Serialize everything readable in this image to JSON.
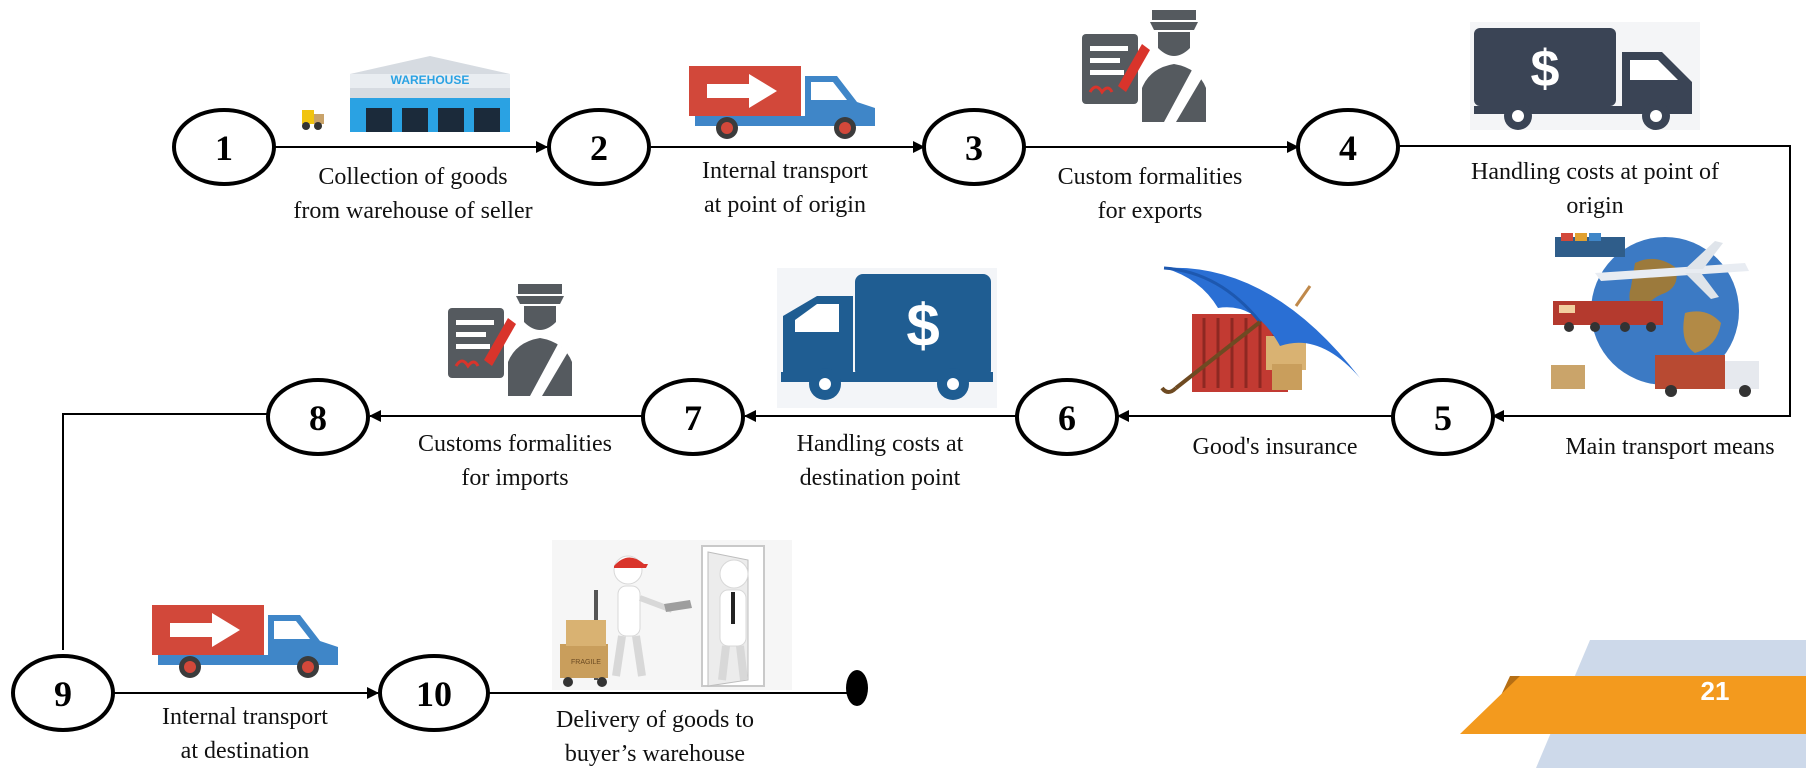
{
  "nodes": [
    {
      "num": "1",
      "lines": [
        "Collection of goods",
        "from warehouse of seller"
      ]
    },
    {
      "num": "2",
      "lines": [
        "Internal transport",
        "at point of origin"
      ]
    },
    {
      "num": "3",
      "lines": [
        "Custom formalities",
        "for exports"
      ]
    },
    {
      "num": "4",
      "lines": [
        "Handling costs at point of",
        "origin"
      ]
    },
    {
      "num": "5",
      "lines": [
        "Main transport means"
      ]
    },
    {
      "num": "6",
      "lines": [
        "Good's insurance"
      ]
    },
    {
      "num": "7",
      "lines": [
        "Handling costs at",
        "destination point"
      ]
    },
    {
      "num": "8",
      "lines": [
        "Customs formalities",
        "for imports"
      ]
    },
    {
      "num": "9",
      "lines": [
        "Internal transport",
        "at destination"
      ]
    },
    {
      "num": "10",
      "lines": [
        "Delivery of goods to",
        "buyer’s warehouse"
      ]
    }
  ],
  "icons": {
    "warehouse_sign": "WAREHOUSE",
    "dollar": "$",
    "container_text": "FRAGILE"
  },
  "page_number": "21",
  "colors": {
    "truck_red": "#d2483a",
    "truck_blue": "#3f86c8",
    "handling_dark": "#3a4455",
    "handling_blue": "#1f5d92",
    "customs_gray": "#555a5f",
    "customs_red": "#d9342b",
    "umbrella": "#2a6fd4",
    "container": "#c23a32",
    "banner_orange": "#f39a1e",
    "banner_blue": "#cdd9ea",
    "page_number_text": "#ffffff"
  }
}
